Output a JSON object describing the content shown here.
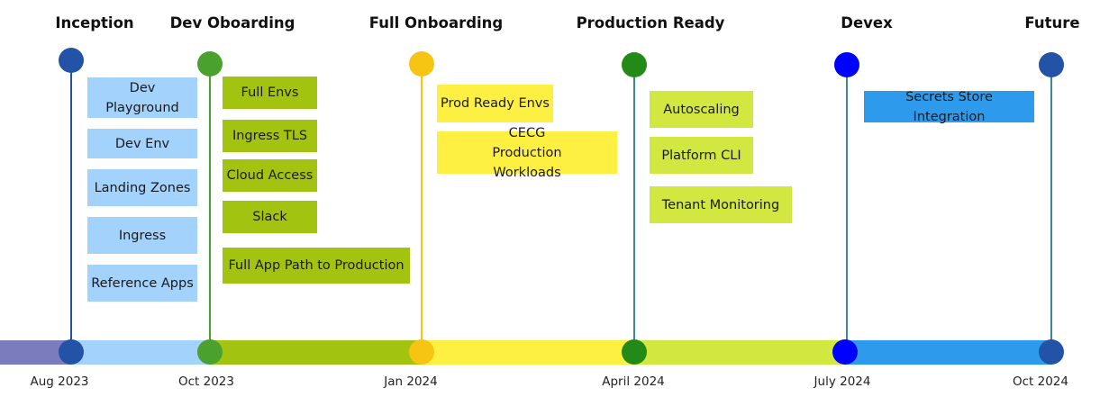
{
  "colors": {
    "inception": "#2353a6",
    "dev_onboarding": "#4aa12e",
    "full_onboarding": "#f7c413",
    "production_ready": "#238a17",
    "devex": "#0000ff",
    "future": "#2353a6",
    "bar_pre": "#7a7cbd",
    "bar_inception": "#a3d2fc",
    "bar_dev": "#a2c30f",
    "bar_full": "#fdf043",
    "bar_prod": "#d2e841",
    "bar_devex": "#2e9aec",
    "line_teal": "#3e8798"
  },
  "phases": [
    {
      "title": "Inception",
      "date": "Aug 2023"
    },
    {
      "title": "Dev Oboarding",
      "date": "Oct 2023"
    },
    {
      "title": "Full Onboarding",
      "date": "Jan 2024"
    },
    {
      "title": "Production Ready",
      "date": "April 2024"
    },
    {
      "title": "Devex",
      "date": "July 2024"
    },
    {
      "title": "Future",
      "date": "Oct 2024"
    }
  ],
  "items": {
    "inception": [
      "Dev Playground",
      "Dev Env",
      "Landing Zones",
      "Ingress",
      "Reference Apps"
    ],
    "dev_onboarding": [
      "Full Envs",
      "Ingress TLS",
      "Cloud Access",
      "Slack",
      "Full App Path to Production"
    ],
    "full_onboarding": [
      "Prod Ready Envs",
      "CECG Production Workloads"
    ],
    "production_ready": [
      "Autoscaling",
      "Platform CLI",
      "Tenant Monitoring"
    ],
    "devex": [
      "Secrets Store Integration"
    ]
  }
}
